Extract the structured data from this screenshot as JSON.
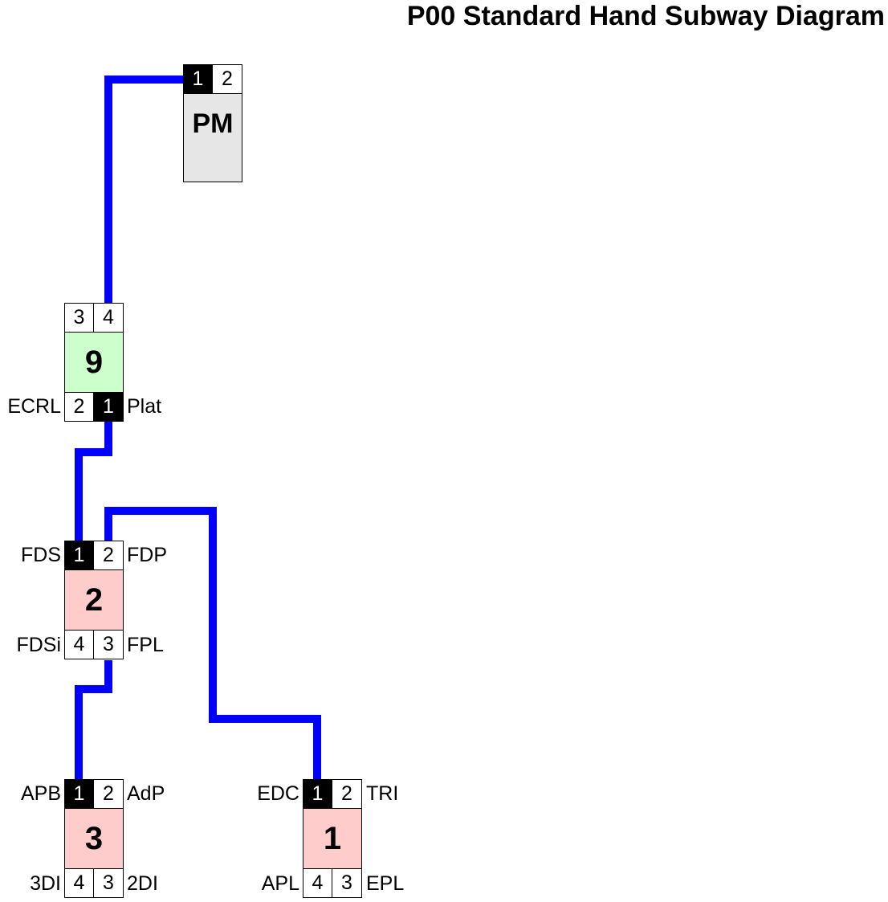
{
  "title": "P00 Standard Hand Subway Diagram",
  "colors": {
    "line": "#0000ff",
    "pm_fill": "#e6e6e6",
    "green_fill": "#ccffcc",
    "pink_fill": "#ffcccc",
    "active_port": "#000000"
  },
  "nodes": {
    "pm": {
      "label": "PM",
      "top_ports": [
        "1",
        "2"
      ]
    },
    "n9": {
      "label": "9",
      "top_ports": [
        "3",
        "4"
      ],
      "bottom_ports": [
        "2",
        "1"
      ],
      "bottom_left": "ECRL",
      "bottom_right": "Plat"
    },
    "n2": {
      "label": "2",
      "top_ports": [
        "1",
        "2"
      ],
      "bottom_ports": [
        "4",
        "3"
      ],
      "top_left": "FDS",
      "top_right": "FDP",
      "bottom_left": "FDSi",
      "bottom_right": "FPL"
    },
    "n3": {
      "label": "3",
      "top_ports": [
        "1",
        "2"
      ],
      "bottom_ports": [
        "4",
        "3"
      ],
      "top_left": "APB",
      "top_right": "AdP",
      "bottom_left": "3DI",
      "bottom_right": "2DI"
    },
    "n1": {
      "label": "1",
      "top_ports": [
        "1",
        "2"
      ],
      "bottom_ports": [
        "4",
        "3"
      ],
      "top_left": "EDC",
      "top_right": "TRI",
      "bottom_left": "APL",
      "bottom_right": "EPL"
    }
  }
}
